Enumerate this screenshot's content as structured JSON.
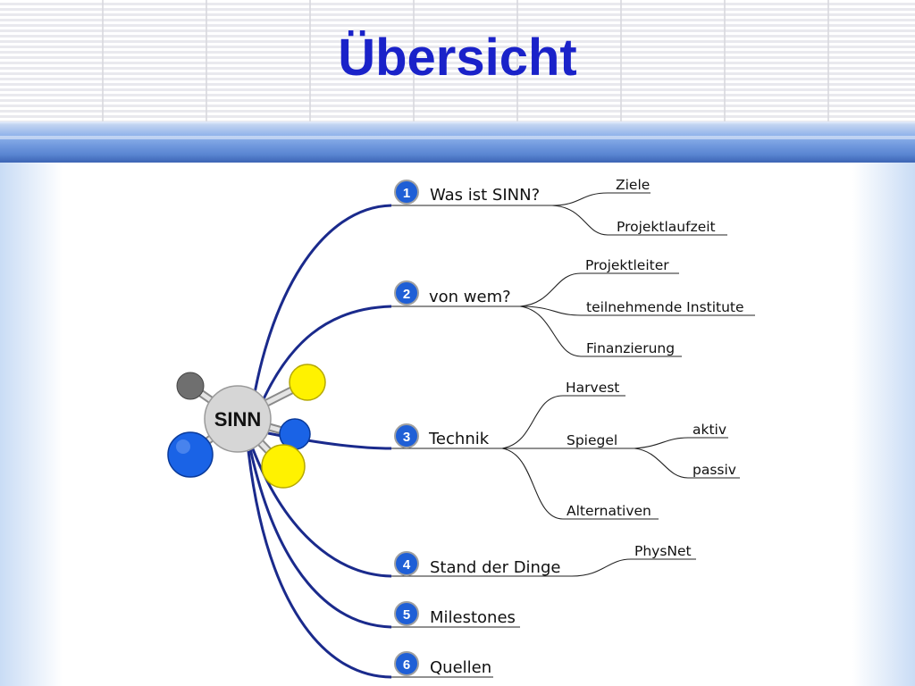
{
  "title": "Übersicht",
  "center": {
    "label": "SINN"
  },
  "branches": [
    {
      "number": "1",
      "label": "Was ist SINN?",
      "children": [
        {
          "label": "Ziele"
        },
        {
          "label": "Projektlaufzeit"
        }
      ]
    },
    {
      "number": "2",
      "label": "von wem?",
      "children": [
        {
          "label": "Projektleiter"
        },
        {
          "label": "teilnehmende Institute"
        },
        {
          "label": "Finanzierung"
        }
      ]
    },
    {
      "number": "3",
      "label": "Technik",
      "children": [
        {
          "label": "Harvest"
        },
        {
          "label": "Spiegel",
          "children": [
            {
              "label": "aktiv"
            },
            {
              "label": "passiv"
            }
          ]
        },
        {
          "label": "Alternativen"
        }
      ]
    },
    {
      "number": "4",
      "label": "Stand der Dinge",
      "children": [
        {
          "label": "PhysNet"
        }
      ]
    },
    {
      "number": "5",
      "label": "Milestones"
    },
    {
      "number": "6",
      "label": "Quellen"
    }
  ],
  "colors": {
    "title": "#1a22c9",
    "branch_line": "#1a2a8c",
    "badge": "#1f5fd6",
    "node_blue": "#1a63e6",
    "node_yellow": "#fff200",
    "node_gray": "#6f6f6f"
  }
}
